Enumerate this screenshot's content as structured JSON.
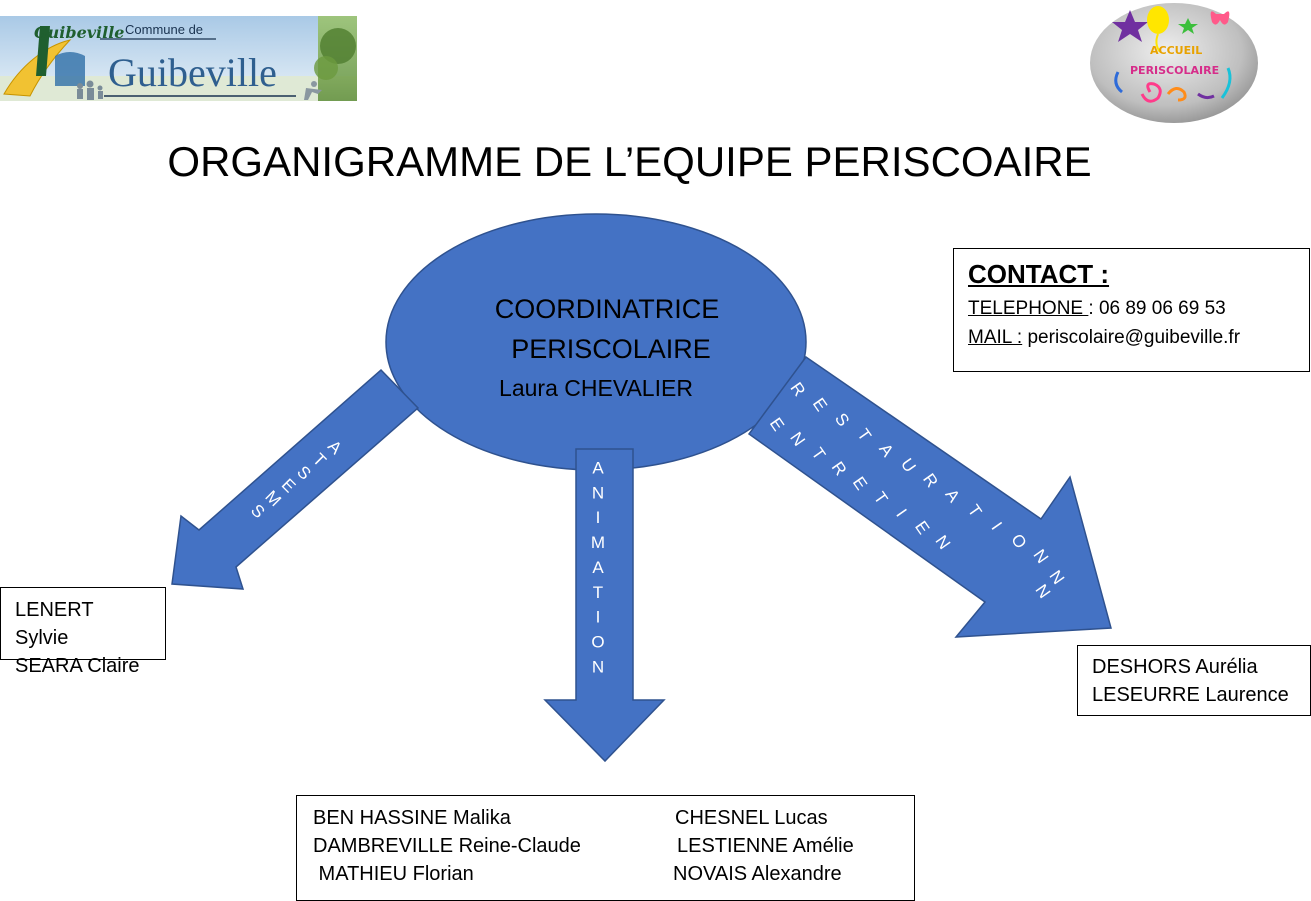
{
  "header": {
    "commune_prefix": "Commune de",
    "commune_name": "Guibeville",
    "logo_script": "Guibeville",
    "badge_line1": "ACCUEIL",
    "badge_line2": "PERISCOLAIRE"
  },
  "title": "ORGANIGRAMME DE L’EQUIPE PERISCOAIRE",
  "center": {
    "line1": "COORDINATRICE",
    "line2": "PERISCOLAIRE",
    "name": "Laura CHEVALIER"
  },
  "arrows": {
    "left_label": "ATSEMS",
    "down_label": "ANIMATION",
    "right_label_outer": "RESTAURATION",
    "right_label_inner": "ENTRETIEN",
    "right_label_tail": "NN"
  },
  "contact": {
    "title": "CONTACT :",
    "phone_label": "TELEPHONE ",
    "phone_sep": ": ",
    "phone": "06 89 06 69 53",
    "mail_label": "MAIL :",
    "mail": " periscolaire@guibeville.fr"
  },
  "teams": {
    "atsem": [
      "LENERT Sylvie",
      "SEARA Claire"
    ],
    "restauration": [
      "DESHORS Aurélia",
      "LESEURRE Laurence"
    ],
    "animation_col1": [
      "BEN HASSINE Malika",
      "DAMBREVILLE Reine-Claude",
      " MATHIEU Florian"
    ],
    "animation_col2": [
      "CHESNEL Lucas",
      "LESTIENNE Amélie",
      "NOVAIS Alexandre"
    ]
  },
  "colors": {
    "shape_fill": "#4472c4",
    "shape_stroke": "#2f528f",
    "arrow_text": "#ffffff"
  }
}
